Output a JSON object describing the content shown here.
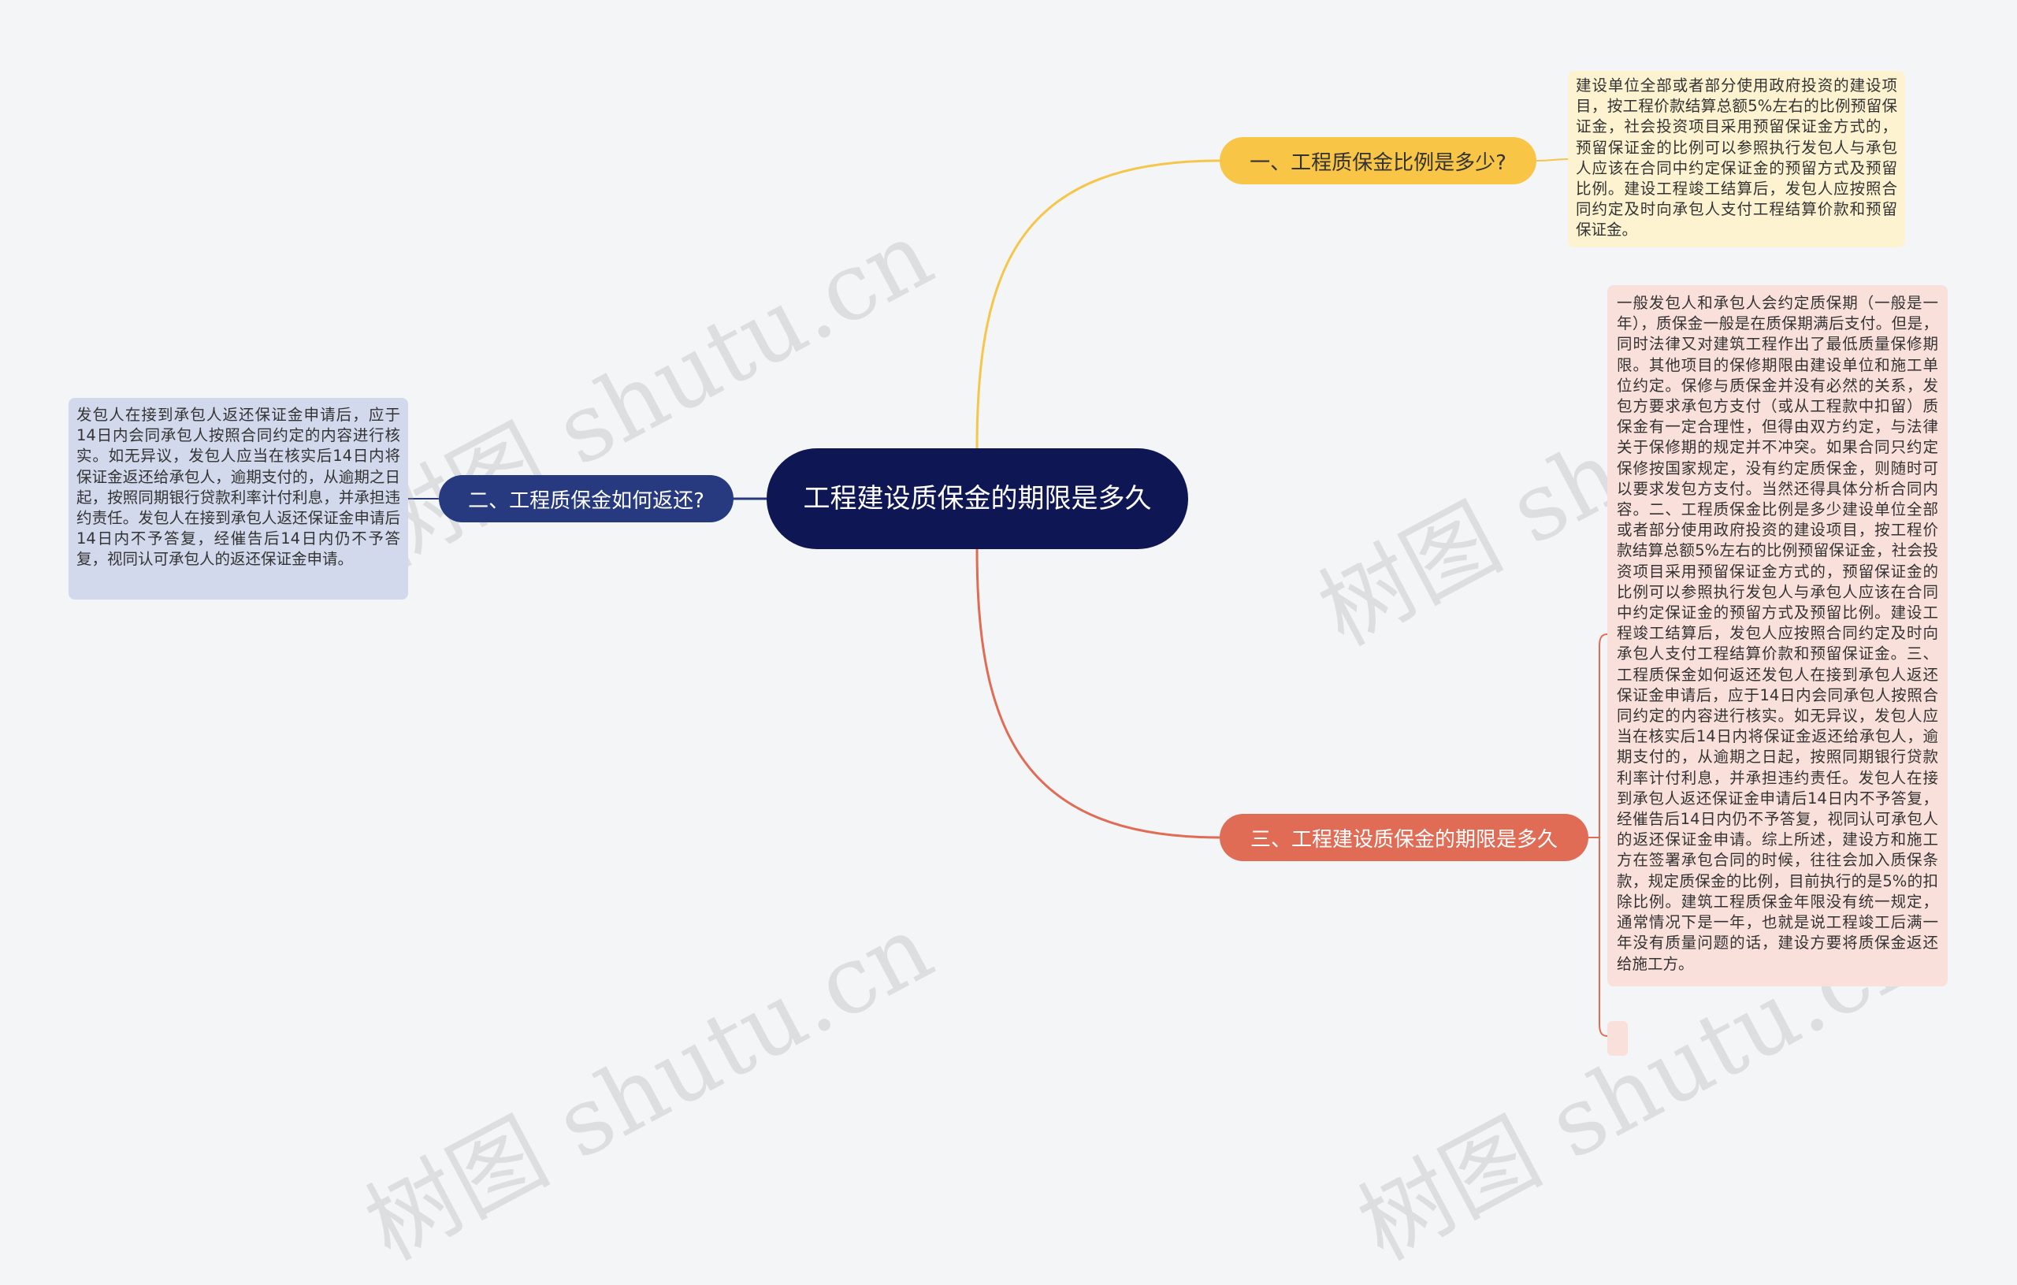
{
  "watermark": "树图 shutu.cn",
  "root": {
    "title": "工程建设质保金的期限是多久"
  },
  "branches": [
    {
      "label": "一、工程质保金比例是多少?",
      "color": "#f8c547",
      "leaf": "建设单位全部或者部分使用政府投资的建设项目，按工程价款结算总额5%左右的比例预留保证金，社会投资项目采用预留保证金方式的，预留保证金的比例可以参照执行发包人与承包人应该在合同中约定保证金的预留方式及预留比例。建设工程竣工结算后，发包人应按照合同约定及时向承包人支付工程结算价款和预留保证金。"
    },
    {
      "label": "二、工程质保金如何返还?",
      "color": "#27397f",
      "leaf": "发包人在接到承包人返还保证金申请后，应于14日内会同承包人按照合同约定的内容进行核实。如无异议，发包人应当在核实后14日内将保证金返还给承包人，逾期支付的，从逾期之日起，按照同期银行贷款利率计付利息，并承担违约责任。发包人在接到承包人返还保证金申请后14日内不予答复，经催告后14日内仍不予答复，视同认可承包人的返还保证金申请。"
    },
    {
      "label": "三、工程建设质保金的期限是多久",
      "color": "#e06c56",
      "leaf": "一般发包人和承包人会约定质保期（一般是一年），质保金一般是在质保期满后支付。但是，同时法律又对建筑工程作出了最低质量保修期限。其他项目的保修期限由建设单位和施工单位约定。保修与质保金并没有必然的关系，发包方要求承包方支付（或从工程款中扣留）质保金有一定合理性，但得由双方约定，与法律关于保修期的规定并不冲突。如果合同只约定保修按国家规定，没有约定质保金，则随时可以要求发包方支付。当然还得具体分析合同内容。二、工程质保金比例是多少建设单位全部或者部分使用政府投资的建设项目，按工程价款结算总额5%左右的比例预留保证金，社会投资项目采用预留保证金方式的，预留保证金的比例可以参照执行发包人与承包人应该在合同中约定保证金的预留方式及预留比例。建设工程竣工结算后，发包人应按照合同约定及时向承包人支付工程结算价款和预留保证金。三、工程质保金如何返还发包人在接到承包人返还保证金申请后，应于14日内会同承包人按照合同约定的内容进行核实。如无异议，发包人应当在核实后14日内将保证金返还给承包人，逾期支付的，从逾期之日起，按照同期银行贷款利率计付利息，并承担违约责任。发包人在接到承包人返还保证金申请后14日内不予答复，经催告后14日内仍不予答复，视同认可承包人的返还保证金申请。综上所述，建设方和施工方在签署承包合同的时候，往往会加入质保条款，规定质保金的比例，目前执行的是5%的扣除比例。建筑工程质保金年限没有统一规定，通常情况下是一年，也就是说工程竣工后满一年没有质量问题的话，建设方要将质保金返还给施工方。"
    }
  ]
}
